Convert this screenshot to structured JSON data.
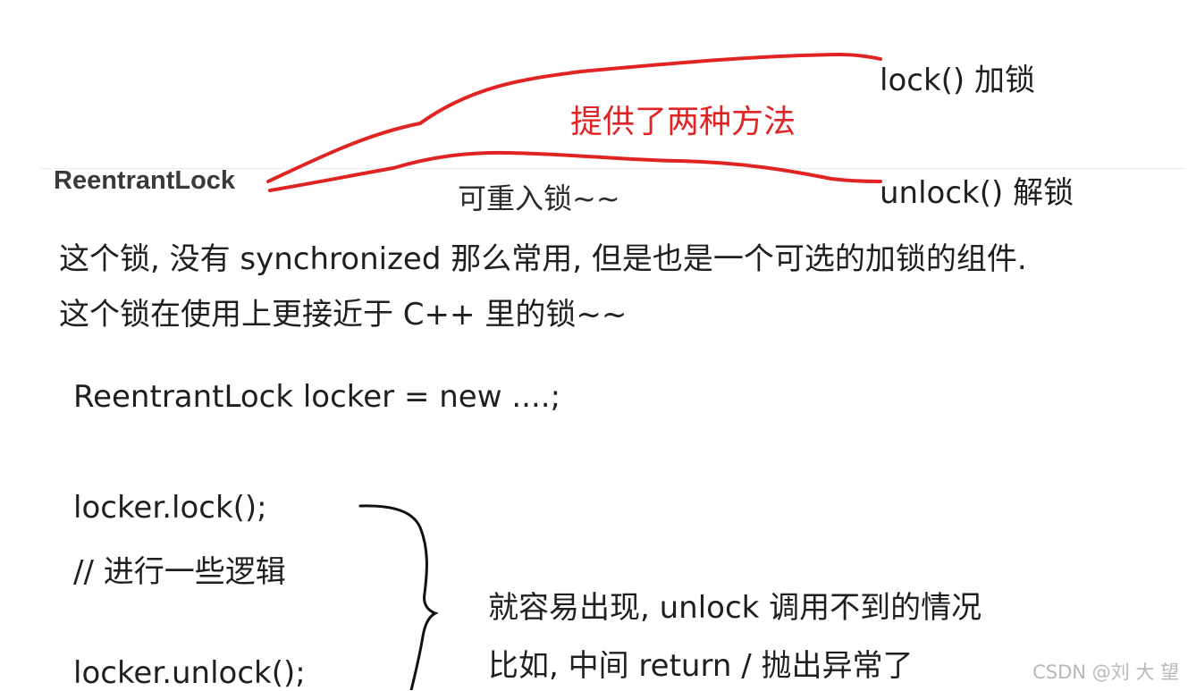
{
  "title": "ReentrantLock",
  "subtitle": "可重入锁~~",
  "methods": {
    "lock": "lock() 加锁",
    "unlock": "unlock() 解锁"
  },
  "annotation_red": "提供了两种方法",
  "paragraphs": [
    "这个锁, 没有 synchronized 那么常用, 但是也是一个可选的加锁的组件.",
    "这个锁在使用上更接近于 C++ 里的锁~~"
  ],
  "code": [
    "ReentrantLock locker = new ....;",
    "locker.lock();",
    "// 进行一些逻辑",
    "locker.unlock();"
  ],
  "notes": [
    "就容易出现, unlock 调用不到的情况",
    "比如, 中间 return / 抛出异常了"
  ],
  "watermark": "CSDN @刘 大 望",
  "colors": {
    "annotation": "#e02424",
    "text": "#1f1f1f"
  }
}
